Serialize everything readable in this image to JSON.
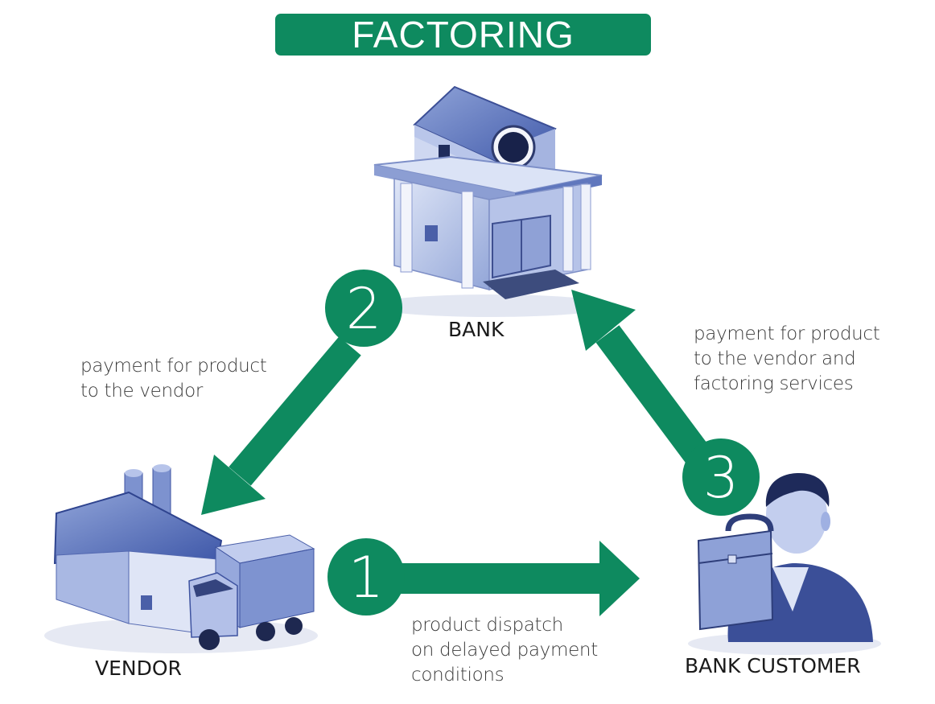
{
  "title": "FACTORING",
  "nodes": {
    "bank": "BANK",
    "vendor": "VENDOR",
    "customer": "BANK CUSTOMER"
  },
  "steps": [
    {
      "number": "1",
      "lines": [
        "product dispatch",
        "on delayed payment",
        "conditions"
      ]
    },
    {
      "number": "2",
      "lines": [
        "payment for product",
        "to the vendor"
      ]
    },
    {
      "number": "3",
      "lines": [
        "payment for product",
        "to the vendor and",
        "factoring services"
      ]
    }
  ],
  "colors": {
    "accent": "#0e8a5f",
    "illustration": "#6f86c6"
  },
  "icons": [
    "bank-building-icon",
    "factory-truck-icon",
    "businessman-briefcase-icon"
  ]
}
